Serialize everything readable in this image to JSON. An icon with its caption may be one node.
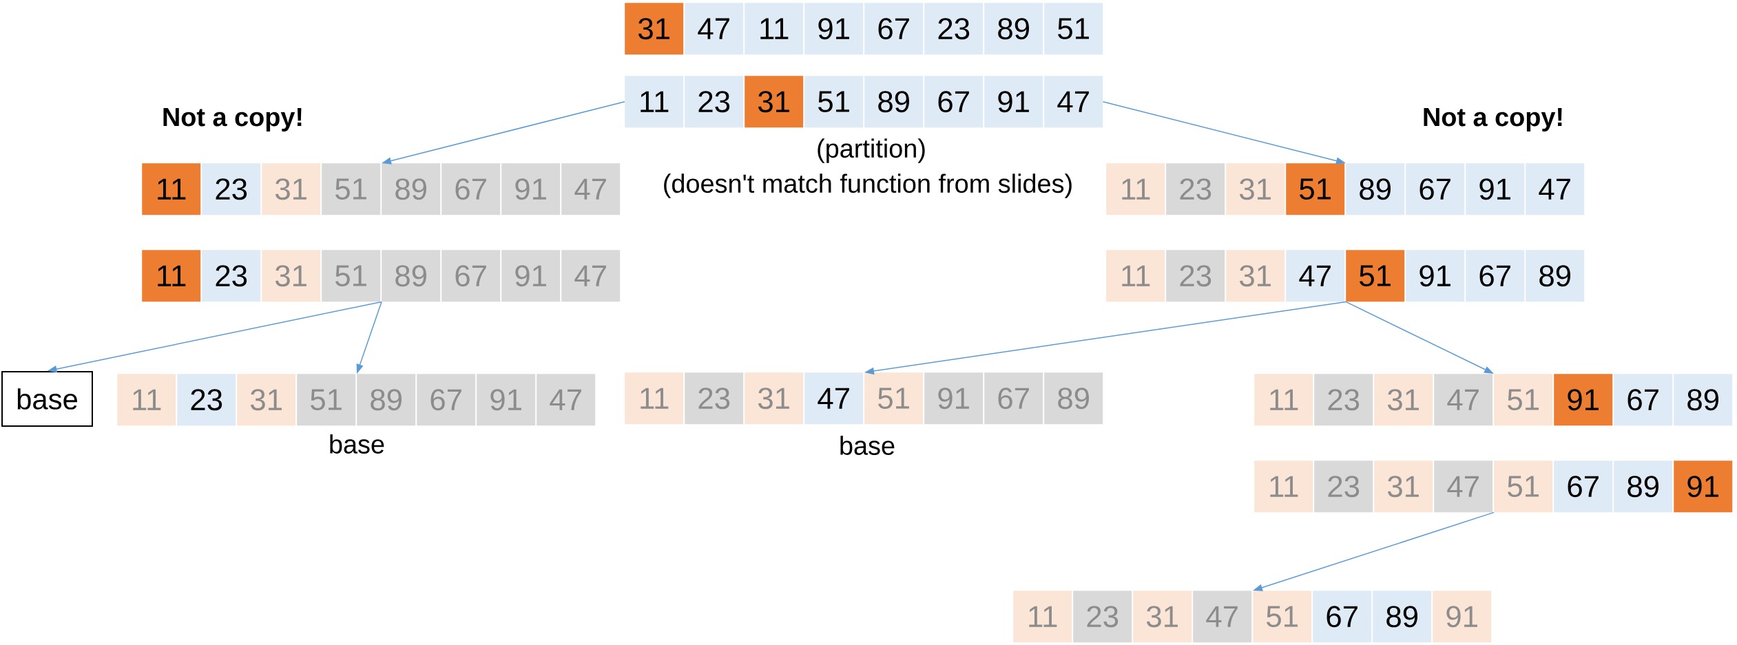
{
  "diagram": {
    "nodes": [
      {
        "text": [
          "31"
        ]
      },
      {
        "text": [
          "47"
        ]
      },
      {
        "text": [
          "11"
        ]
      },
      {
        "text": [
          "91"
        ]
      },
      {
        "text": [
          "67"
        ]
      },
      {
        "text": [
          "23"
        ]
      },
      {
        "text": [
          "89"
        ]
      },
      {
        "text": [
          "51"
        ]
      },
      {
        "text": [
          "11"
        ]
      },
      {
        "text": [
          "23"
        ]
      },
      {
        "text": [
          "31"
        ]
      },
      {
        "text": [
          "51"
        ]
      },
      {
        "text": [
          "89"
        ]
      },
      {
        "text": [
          "67"
        ]
      },
      {
        "text": [
          "91"
        ]
      },
      {
        "text": [
          "47"
        ]
      },
      {
        "text": [
          "11"
        ]
      },
      {
        "text": [
          "23"
        ]
      },
      {
        "text": [
          "31"
        ]
      },
      {
        "text": [
          "51"
        ]
      },
      {
        "text": [
          "89"
        ]
      },
      {
        "text": [
          "67"
        ]
      },
      {
        "text": [
          "91"
        ]
      },
      {
        "text": [
          "47"
        ]
      },
      {
        "text": [
          "11"
        ]
      },
      {
        "text": [
          "23"
        ]
      },
      {
        "text": [
          "31"
        ]
      },
      {
        "text": [
          "51"
        ]
      },
      {
        "text": [
          "89"
        ]
      },
      {
        "text": [
          "67"
        ]
      },
      {
        "text": [
          "91"
        ]
      },
      {
        "text": [
          "47"
        ]
      },
      {
        "text": [
          "11"
        ]
      },
      {
        "text": [
          "23"
        ]
      },
      {
        "text": [
          "31"
        ]
      },
      {
        "text": [
          "51"
        ]
      },
      {
        "text": [
          "89"
        ]
      },
      {
        "text": [
          "67"
        ]
      },
      {
        "text": [
          "91"
        ]
      },
      {
        "text": [
          "47"
        ]
      },
      {
        "text": [
          "11"
        ]
      },
      {
        "text": [
          "23"
        ]
      },
      {
        "text": [
          "31"
        ]
      },
      {
        "text": [
          "47"
        ]
      },
      {
        "text": [
          "51"
        ]
      },
      {
        "text": [
          "91"
        ]
      },
      {
        "text": [
          "67"
        ]
      },
      {
        "text": [
          "89"
        ]
      },
      {
        "text": [
          "base"
        ]
      },
      {
        "text": [
          "11"
        ]
      },
      {
        "text": [
          "23"
        ]
      },
      {
        "text": [
          "31"
        ]
      },
      {
        "text": [
          "51"
        ]
      },
      {
        "text": [
          "89"
        ]
      },
      {
        "text": [
          "67"
        ]
      },
      {
        "text": [
          "91"
        ]
      },
      {
        "text": [
          "47"
        ]
      },
      {
        "text": [
          "11"
        ]
      },
      {
        "text": [
          "23"
        ]
      },
      {
        "text": [
          "31"
        ]
      },
      {
        "text": [
          "47"
        ]
      },
      {
        "text": [
          "51"
        ]
      },
      {
        "text": [
          "91"
        ]
      },
      {
        "text": [
          "67"
        ]
      },
      {
        "text": [
          "89"
        ]
      },
      {
        "text": [
          "11"
        ]
      },
      {
        "text": [
          "23"
        ]
      },
      {
        "text": [
          "31"
        ]
      },
      {
        "text": [
          "47"
        ]
      },
      {
        "text": [
          "51"
        ]
      },
      {
        "text": [
          "91"
        ]
      },
      {
        "text": [
          "67"
        ]
      },
      {
        "text": [
          "89"
        ]
      },
      {
        "text": [
          "11"
        ]
      },
      {
        "text": [
          "23"
        ]
      },
      {
        "text": [
          "31"
        ]
      },
      {
        "text": [
          "47"
        ]
      },
      {
        "text": [
          "51"
        ]
      },
      {
        "text": [
          "67"
        ]
      },
      {
        "text": [
          "89"
        ]
      },
      {
        "text": [
          "91"
        ]
      },
      {
        "text": [
          "11"
        ]
      },
      {
        "text": [
          "23"
        ]
      },
      {
        "text": [
          "31"
        ]
      },
      {
        "text": [
          "47"
        ]
      },
      {
        "text": [
          "51"
        ]
      },
      {
        "text": [
          "67"
        ]
      },
      {
        "text": [
          "89"
        ]
      },
      {
        "text": [
          "91"
        ]
      }
    ],
    "edges": [
      {
        "from": 8,
        "to": 20,
        "arrow": "to"
      },
      {
        "from": 15,
        "to": 28,
        "arrow": "to"
      },
      {
        "from": 36,
        "to": 48,
        "arrow": "to"
      },
      {
        "from": 36,
        "to": 53,
        "arrow": "to"
      },
      {
        "from": 44,
        "to": 61,
        "arrow": "to"
      },
      {
        "from": 44,
        "to": 69,
        "arrow": "to"
      },
      {
        "from": 77,
        "to": 85,
        "arrow": "to"
      }
    ],
    "labels": [
      "Not a copy!",
      "Not a copy!",
      "(partition)",
      "(doesn't match function from slides)",
      "base",
      "base"
    ]
  }
}
